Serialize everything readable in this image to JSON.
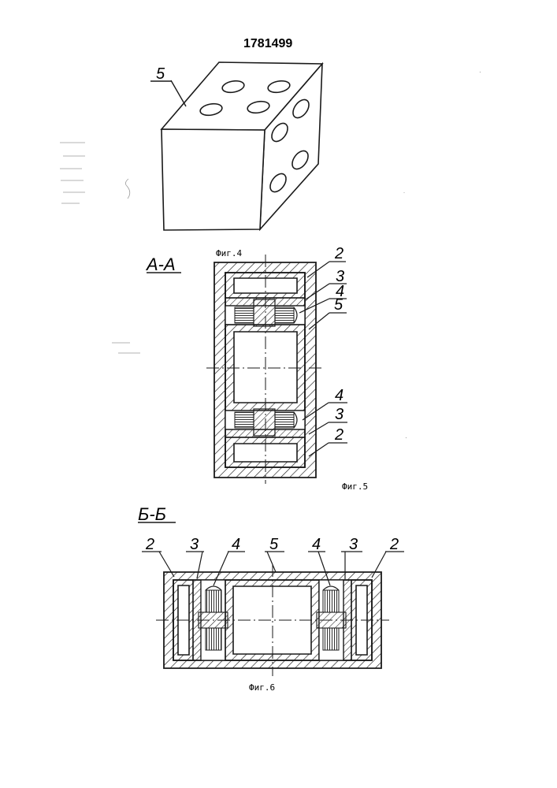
{
  "document": {
    "patent_number": "1781499"
  },
  "figure4": {
    "caption": "Фиг.4",
    "part_label": "5"
  },
  "figure5": {
    "caption": "Фиг.5",
    "section_label": "А-А",
    "labels": {
      "top_2": "2",
      "top_3": "3",
      "top_4": "4",
      "mid_5": "5",
      "bottom_4": "4",
      "bottom_3": "3",
      "bottom_2": "2"
    }
  },
  "figure6": {
    "caption": "Фиг.6",
    "section_label": "Б-Б",
    "labels": {
      "left_2": "2",
      "left_3": "3",
      "left_4": "4",
      "center_5": "5",
      "right_4": "4",
      "right_3": "3",
      "right_2": "2"
    }
  },
  "colors": {
    "ink": "#1a1a1a",
    "paper": "#ffffff"
  }
}
